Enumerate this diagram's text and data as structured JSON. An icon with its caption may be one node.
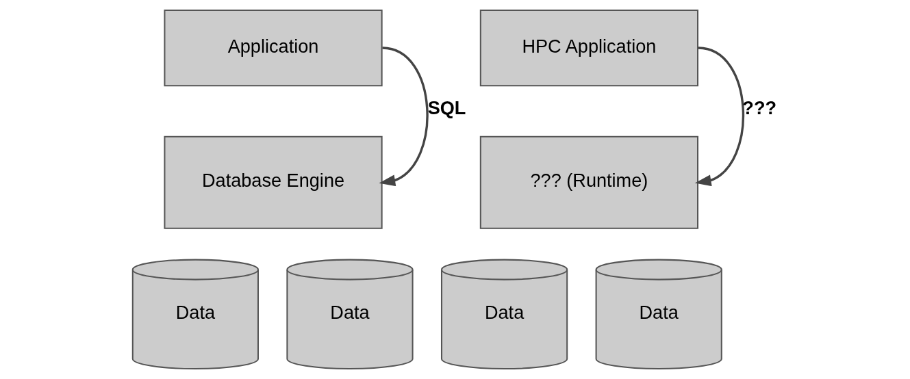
{
  "diagram": {
    "nodes": [
      {
        "text": [
          "Application"
        ]
      },
      {
        "text": [
          "Database Engine"
        ]
      },
      {
        "text": [
          "Data"
        ]
      },
      {
        "text": [
          "Data"
        ]
      },
      {
        "text": [
          "HPC Application"
        ]
      },
      {
        "text": [
          "??? (Runtime)"
        ]
      },
      {
        "text": [
          "Data"
        ]
      },
      {
        "text": [
          "Data"
        ]
      }
    ],
    "edges": [
      {
        "from": 0,
        "to": 1,
        "arrow": "to",
        "label": "SQL"
      },
      {
        "from": 4,
        "to": 5,
        "arrow": "to",
        "label": "???"
      }
    ]
  }
}
